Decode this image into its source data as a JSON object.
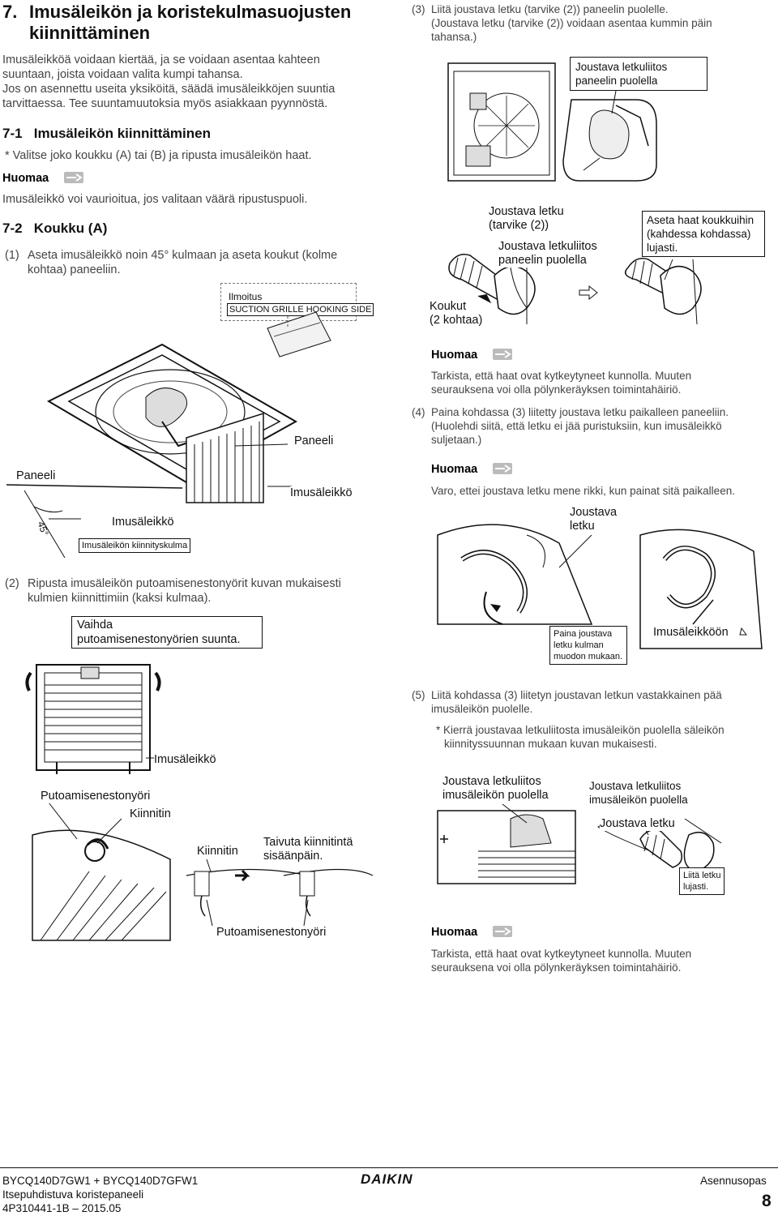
{
  "section": {
    "number": "7.",
    "title": "Imusäleikön ja koristekulmasuojusten kiinnittäminen",
    "intro": [
      "Imusäleikköä voidaan kiertää, ja se voidaan asentaa kahteen",
      "suuntaan, joista voidaan valita kumpi tahansa.",
      "Jos on asennettu useita yksiköitä, säädä imusäleikköjen suuntia",
      "tarvittaessa. Tee suuntamuutoksia myös asiakkaan pyynnöstä."
    ]
  },
  "sub71": {
    "number": "7-1",
    "title": "Imusäleikön kiinnittäminen",
    "note": "* Valitse joko koukku (A) tai (B) ja ripusta imusäleikön haat.",
    "huomaa": "Huomaa",
    "warning": "Imusäleikkö voi vaurioitua, jos valitaan väärä ripustuspuoli."
  },
  "sub72": {
    "number": "7-2",
    "title": "Koukku (A)",
    "step1_num": "(1)",
    "step1": [
      "Aseta imusäleikkö noin 45° kulmaan ja aseta koukut (kolme",
      "kohtaa) paneeliin."
    ],
    "fig1": {
      "notice_title": "Ilmoitus",
      "notice_text": "SUCTION GRILLE HOOKING SIDE",
      "paneeli_a": "Paneeli",
      "paneeli_b": "Paneeli",
      "imusaleikko_a": "Imusäleikkö",
      "imusaleikko_b": "Imusäleikkö",
      "angle": "45°",
      "corner_box": "Imusäleikön kiinnityskulma"
    },
    "step2_num": "(2)",
    "step2": [
      "Ripusta imusäleikön putoamisenestonyörit kuvan mukaisesti",
      "kulmien kiinnittimiin (kaksi kulmaa)."
    ],
    "fig2": {
      "vaihda": [
        "Vaihda",
        "putoamisenestonyörien suunta."
      ],
      "imusaleikko": "Imusäleikkö",
      "putoamis_a": "Putoamisenestonyöri",
      "kiinnitin_a": "Kiinnitin",
      "kiinnitin_b": "Kiinnitin",
      "taivuta": [
        "Taivuta kiinnitintä",
        "sisäänpäin."
      ],
      "putoamis_b": "Putoamisenestonyöri"
    }
  },
  "right": {
    "step3_num": "(3)",
    "step3": [
      "Liitä joustava letku (tarvike (2)) paneelin puolelle.",
      "(Joustava letku (tarvike (2)) voidaan asentaa kummin päin",
      "tahansa.)"
    ],
    "fig3": {
      "liitos_paneeli": [
        "Joustava letkuliitos",
        "paneelin puolella"
      ],
      "letku_tarvike": [
        "Joustava letku",
        "(tarvike (2))"
      ],
      "liitos_paneeli_b": [
        "Joustava letkuliitos",
        "paneelin puolella"
      ],
      "aseta": [
        "Aseta haat koukkuihin",
        "(kahdessa kohdassa)",
        "lujasti."
      ],
      "koukut": [
        "Koukut",
        "(2 kohtaa)"
      ]
    },
    "huomaa1": "Huomaa",
    "note1": [
      "Tarkista, että haat ovat kytkeytyneet kunnolla. Muuten",
      "seurauksena voi olla pölynkeräyksen toimintahäiriö."
    ],
    "step4_num": "(4)",
    "step4": [
      "Paina kohdassa (3) liitetty joustava letku paikalleen paneeliin.",
      "(Huolehdi siitä, että letku ei jää puristuksiin, kun imusäleikkö",
      "suljetaan.)"
    ],
    "huomaa2": "Huomaa",
    "note2": "Varo, ettei joustava letku mene rikki, kun painat sitä paikalleen.",
    "fig4": {
      "letku": [
        "Joustava",
        "letku"
      ],
      "paina": [
        "Paina joustava",
        "letku kulman",
        "muodon mukaan."
      ],
      "imusaleikkoon": "Imusäleikköön"
    },
    "step5_num": "(5)",
    "step5": [
      "Liitä kohdassa (3) liitetyn joustavan letkun vastakkainen pää",
      "imusäleikön puolelle."
    ],
    "step5_note": [
      "* Kierrä joustavaa letkuliitosta imusäleikön puolella säleikön",
      "kiinnityssuunnan mukaan kuvan mukaisesti."
    ],
    "fig5": {
      "liitos_a": [
        "Joustava letkuliitos",
        "imusäleikön puolella"
      ],
      "liitos_b": [
        "Joustava letkuliitos",
        "imusäleikön puolella"
      ],
      "letku": "Joustava letku",
      "liita": [
        "Liitä letku",
        "lujasti."
      ]
    },
    "huomaa3": "Huomaa",
    "note3": [
      "Tarkista, että haat ovat kytkeytyneet kunnolla. Muuten",
      "seurauksena voi olla pölynkeräyksen toimintahäiriö."
    ]
  },
  "footer": {
    "model": "BYCQ140D7GW1 + BYCQ140D7GFW1",
    "product": "Itsepuhdistuva koristepaneeli",
    "doc": "4P310441-1B – 2015.05",
    "brand": "DAIKIN",
    "manual": "Asennusopas",
    "page": "8"
  }
}
